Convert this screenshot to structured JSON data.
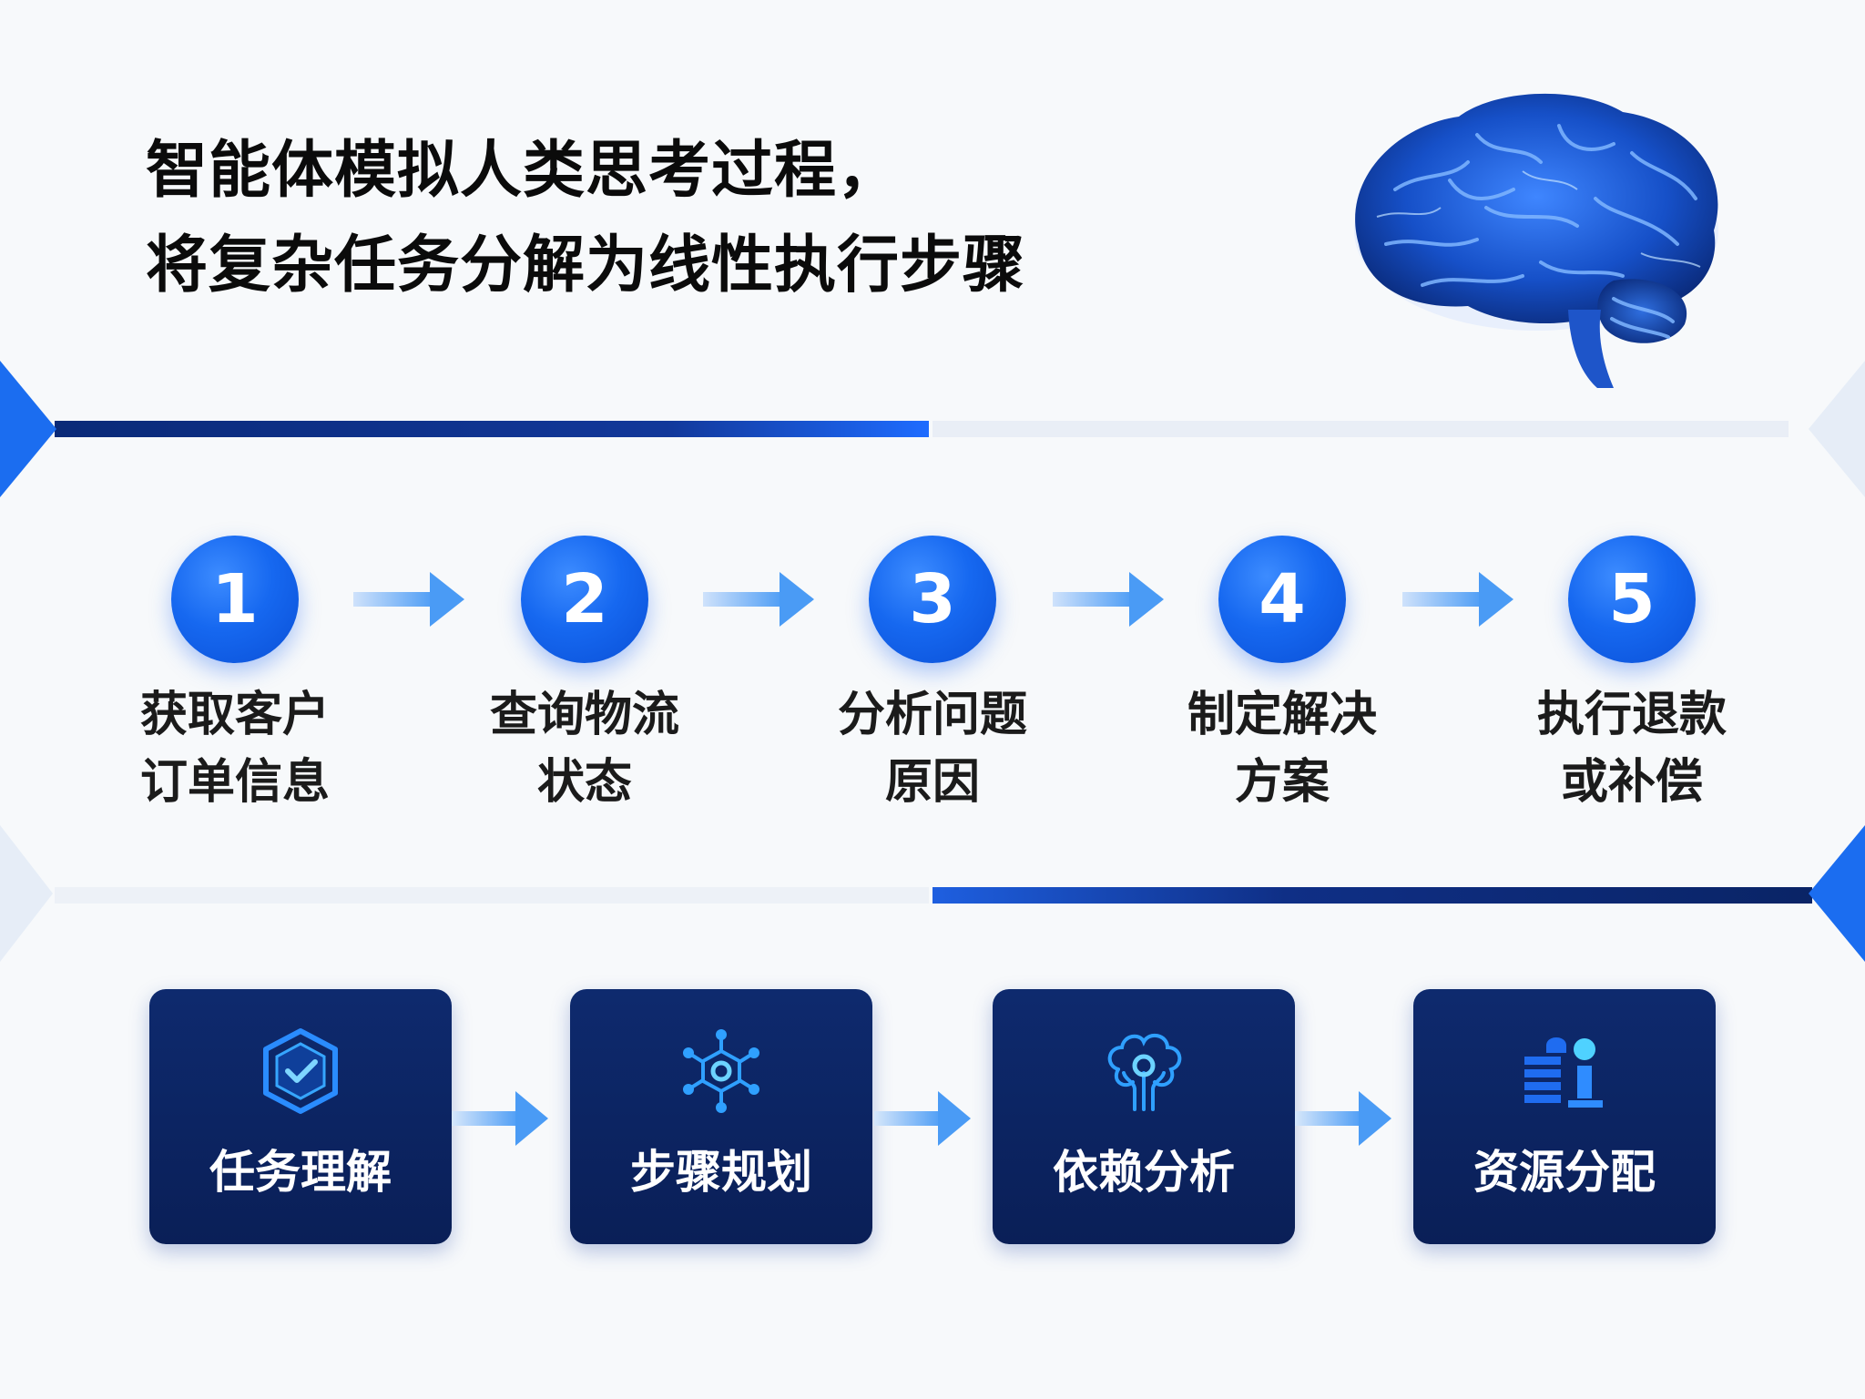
{
  "title": {
    "line1": "智能体模拟人类思考过程，",
    "line2": "将复杂任务分解为线性执行步骤"
  },
  "steps": [
    {
      "number": "1",
      "line1": "获取客户",
      "line2": "订单信息"
    },
    {
      "number": "2",
      "line1": "查询物流",
      "line2": "状态"
    },
    {
      "number": "3",
      "line1": "分析问题",
      "line2": "原因"
    },
    {
      "number": "4",
      "line1": "制定解决",
      "line2": "方案"
    },
    {
      "number": "5",
      "line1": "执行退款",
      "line2": "或补偿"
    }
  ],
  "cards": [
    {
      "label": "任务理解",
      "icon": "shield-check-icon"
    },
    {
      "label": "步骤规划",
      "icon": "network-hexagon-icon"
    },
    {
      "label": "依赖分析",
      "icon": "tree-brain-icon"
    },
    {
      "label": "资源分配",
      "icon": "resource-stack-icon"
    }
  ],
  "colors": {
    "accent": "#1668f0",
    "card_bg": "#0d2767",
    "band_dark": "#0a2a78",
    "arrow": "#4a9bf5"
  }
}
